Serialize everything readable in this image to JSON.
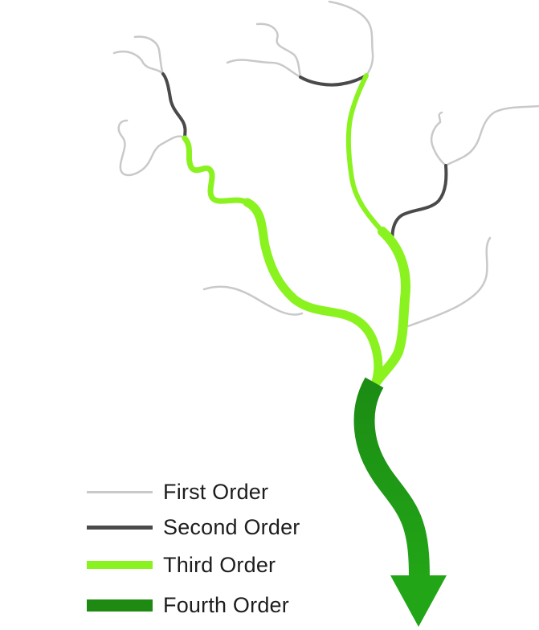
{
  "colors": {
    "first_order": "#c9c9c9",
    "second_order": "#4a4a4a",
    "third_order": "#8af21f",
    "fourth_order": "#1f9a12",
    "fourth_order_dark": "#2c7a1f"
  },
  "legend": [
    {
      "label": "First Order",
      "color": "#c9c9c9"
    },
    {
      "label": "Second Order",
      "color": "#4a4a4a"
    },
    {
      "label": "Third Order",
      "color": "#8af21f"
    },
    {
      "label": "Fourth Order",
      "color": "#1f8a12"
    }
  ]
}
